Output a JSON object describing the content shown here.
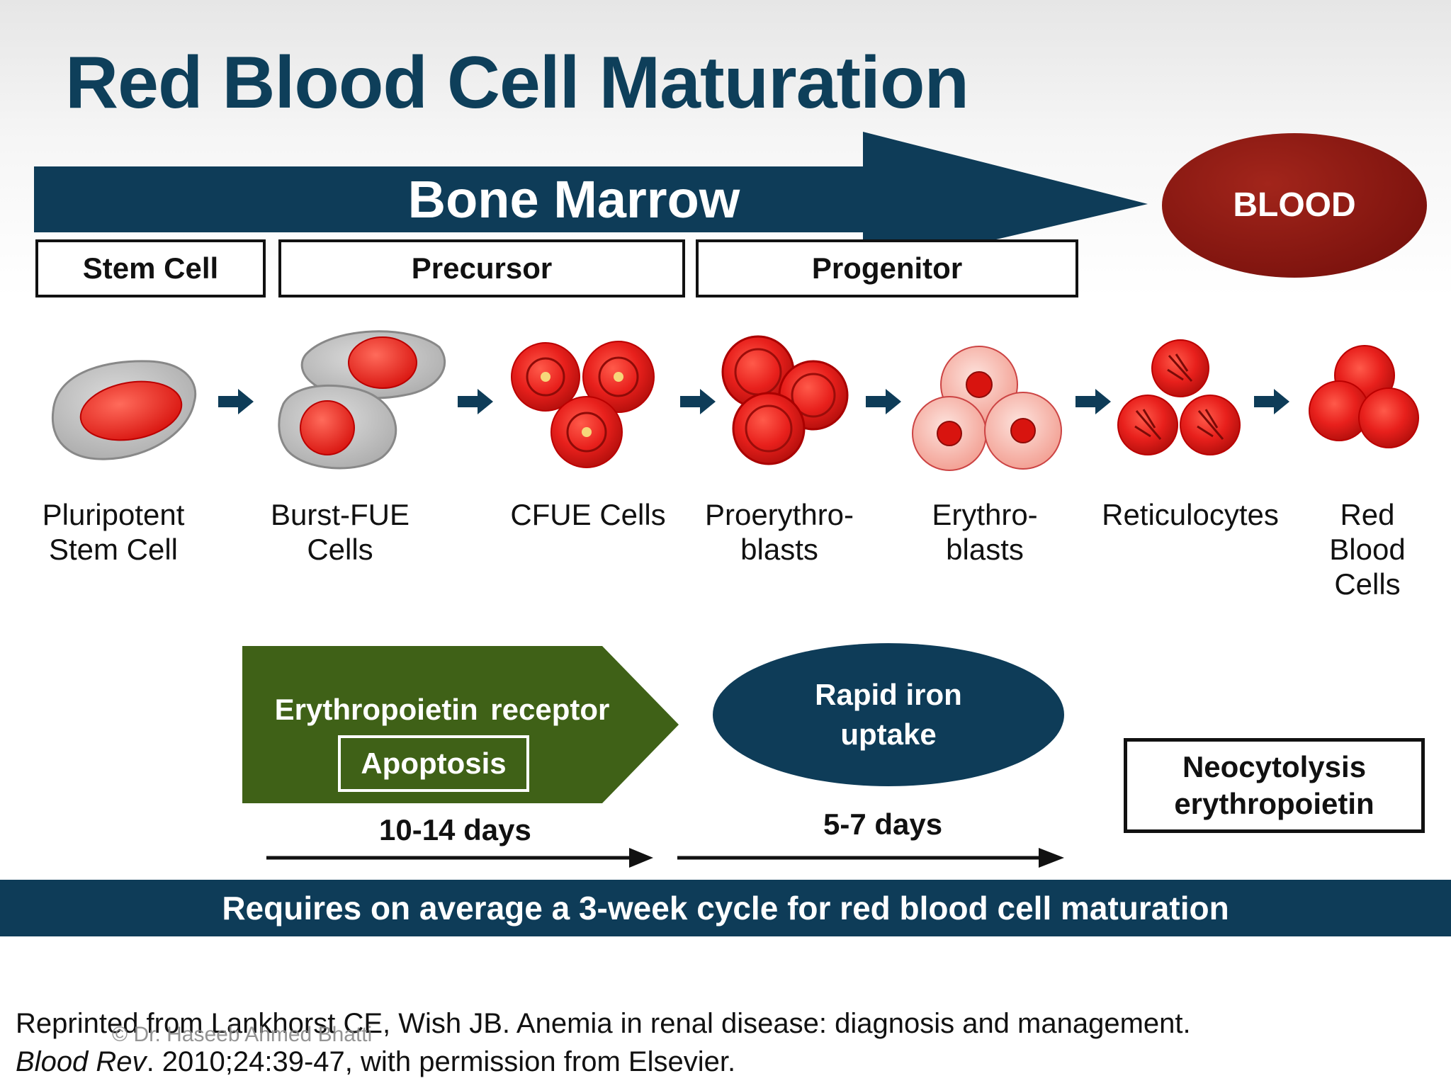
{
  "slide": {
    "title": "Red Blood Cell Maturation",
    "bone_marrow_label": "Bone Marrow",
    "blood_label": "BLOOD",
    "stages": {
      "stem": "Stem Cell",
      "precursor": "Precursor",
      "progenitor": "Progenitor"
    },
    "cells": [
      {
        "line1": "Pluripotent",
        "line2": "Stem Cell",
        "line3": ""
      },
      {
        "line1": "Burst-FUE",
        "line2": "Cells",
        "line3": ""
      },
      {
        "line1": "CFUE Cells",
        "line2": "",
        "line3": ""
      },
      {
        "line1": "Proerythro-",
        "line2": "blasts",
        "line3": ""
      },
      {
        "line1": "Erythro-",
        "line2": "blasts",
        "line3": ""
      },
      {
        "line1": "Reticulocytes",
        "line2": "",
        "line3": ""
      },
      {
        "line1": "Red",
        "line2": "Blood",
        "line3": "Cells"
      }
    ],
    "epo": {
      "receptor": "Erythropoietin receptor",
      "apoptosis": "Apoptosis"
    },
    "iron": {
      "label": "Rapid iron uptake"
    },
    "neocytolysis": {
      "label": "Neocytolysis erythropoietin"
    },
    "durations": {
      "first": "10-14 days",
      "second": "5-7 days"
    },
    "banner": "Requires on average a 3-week cycle for red blood cell maturation",
    "citation": {
      "line1": "Reprinted from Lankhorst CE, Wish JB. Anemia in renal disease: diagnosis and management.",
      "journal": "Blood Rev",
      "line2_rest": ". 2010;24:39-47, with permission from Elsevier."
    },
    "watermark": "© Dr. Haseeb Ahmed Bhatti"
  },
  "colors": {
    "navy": "#0e3c58",
    "title_navy": "#0e3f5a",
    "blood_dark_red": "#7d130e",
    "epo_green": "#3f6117",
    "cell_red": "#e8201c",
    "cell_gray": "#c4c4c4",
    "pale_pink": "#f7c6bd"
  },
  "icons": [
    "stage-arrow-icon",
    "timeline-arrow-icon"
  ]
}
